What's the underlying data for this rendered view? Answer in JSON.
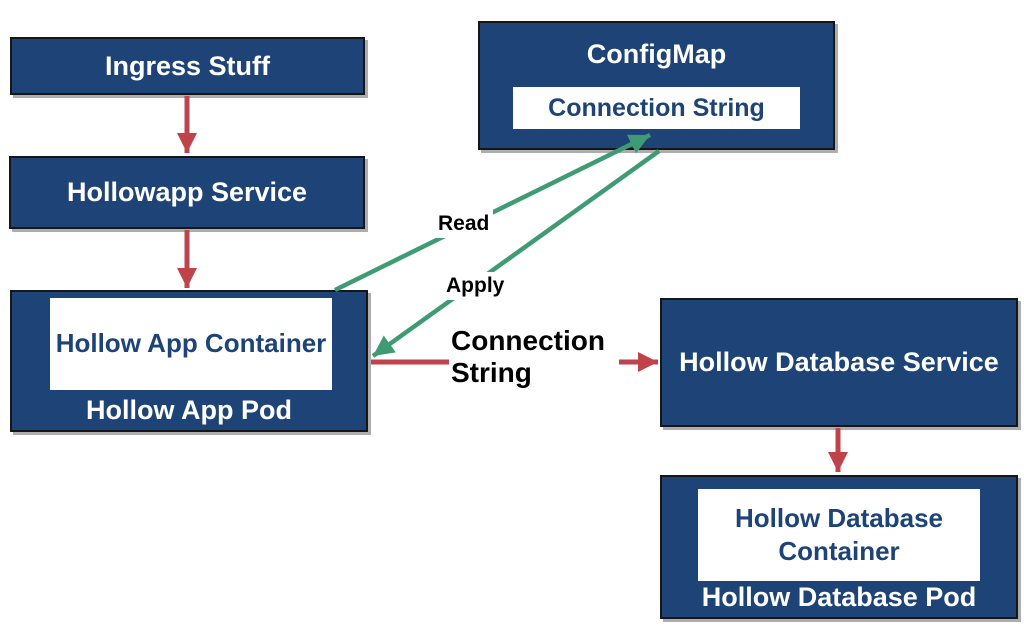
{
  "colors": {
    "canvas_bg": "#ffffff",
    "node_fill": "#1e4376",
    "node_border": "#161616",
    "node_text": "#ffffff",
    "inner_box_fill": "#ffffff",
    "inner_box_text": "#1e4376",
    "arrow_red": "#bf434a",
    "arrow_green": "#3f9b74",
    "edge_label_text": "#000000"
  },
  "nodes": {
    "ingress": {
      "label": "Ingress Stuff"
    },
    "hollowapp_service": {
      "label": "Hollowapp Service"
    },
    "hollow_app_pod": {
      "label": "Hollow App Pod",
      "container_label": "Hollow App Container"
    },
    "configmap": {
      "label": "ConfigMap",
      "item_label": "Connection String"
    },
    "hollow_database_service": {
      "label": "Hollow Database Service"
    },
    "hollow_database_pod": {
      "label": "Hollow Database Pod",
      "container_label": "Hollow Database Container"
    }
  },
  "edges": {
    "ingress_to_service": {
      "from": "ingress",
      "to": "hollowapp_service",
      "color": "red",
      "label": ""
    },
    "service_to_pod": {
      "from": "hollowapp_service",
      "to": "hollow_app_pod",
      "color": "red",
      "label": ""
    },
    "read": {
      "from": "hollow_app_pod",
      "to": "configmap",
      "color": "green",
      "label": "Read"
    },
    "apply": {
      "from": "configmap",
      "to": "hollow_app_pod",
      "color": "green",
      "label": "Apply"
    },
    "connection_string": {
      "from": "hollow_app_pod",
      "to": "hollow_database_service",
      "color": "red",
      "label": "Connection String"
    },
    "db_service_to_db_pod": {
      "from": "hollow_database_service",
      "to": "hollow_database_pod",
      "color": "red",
      "label": ""
    }
  }
}
